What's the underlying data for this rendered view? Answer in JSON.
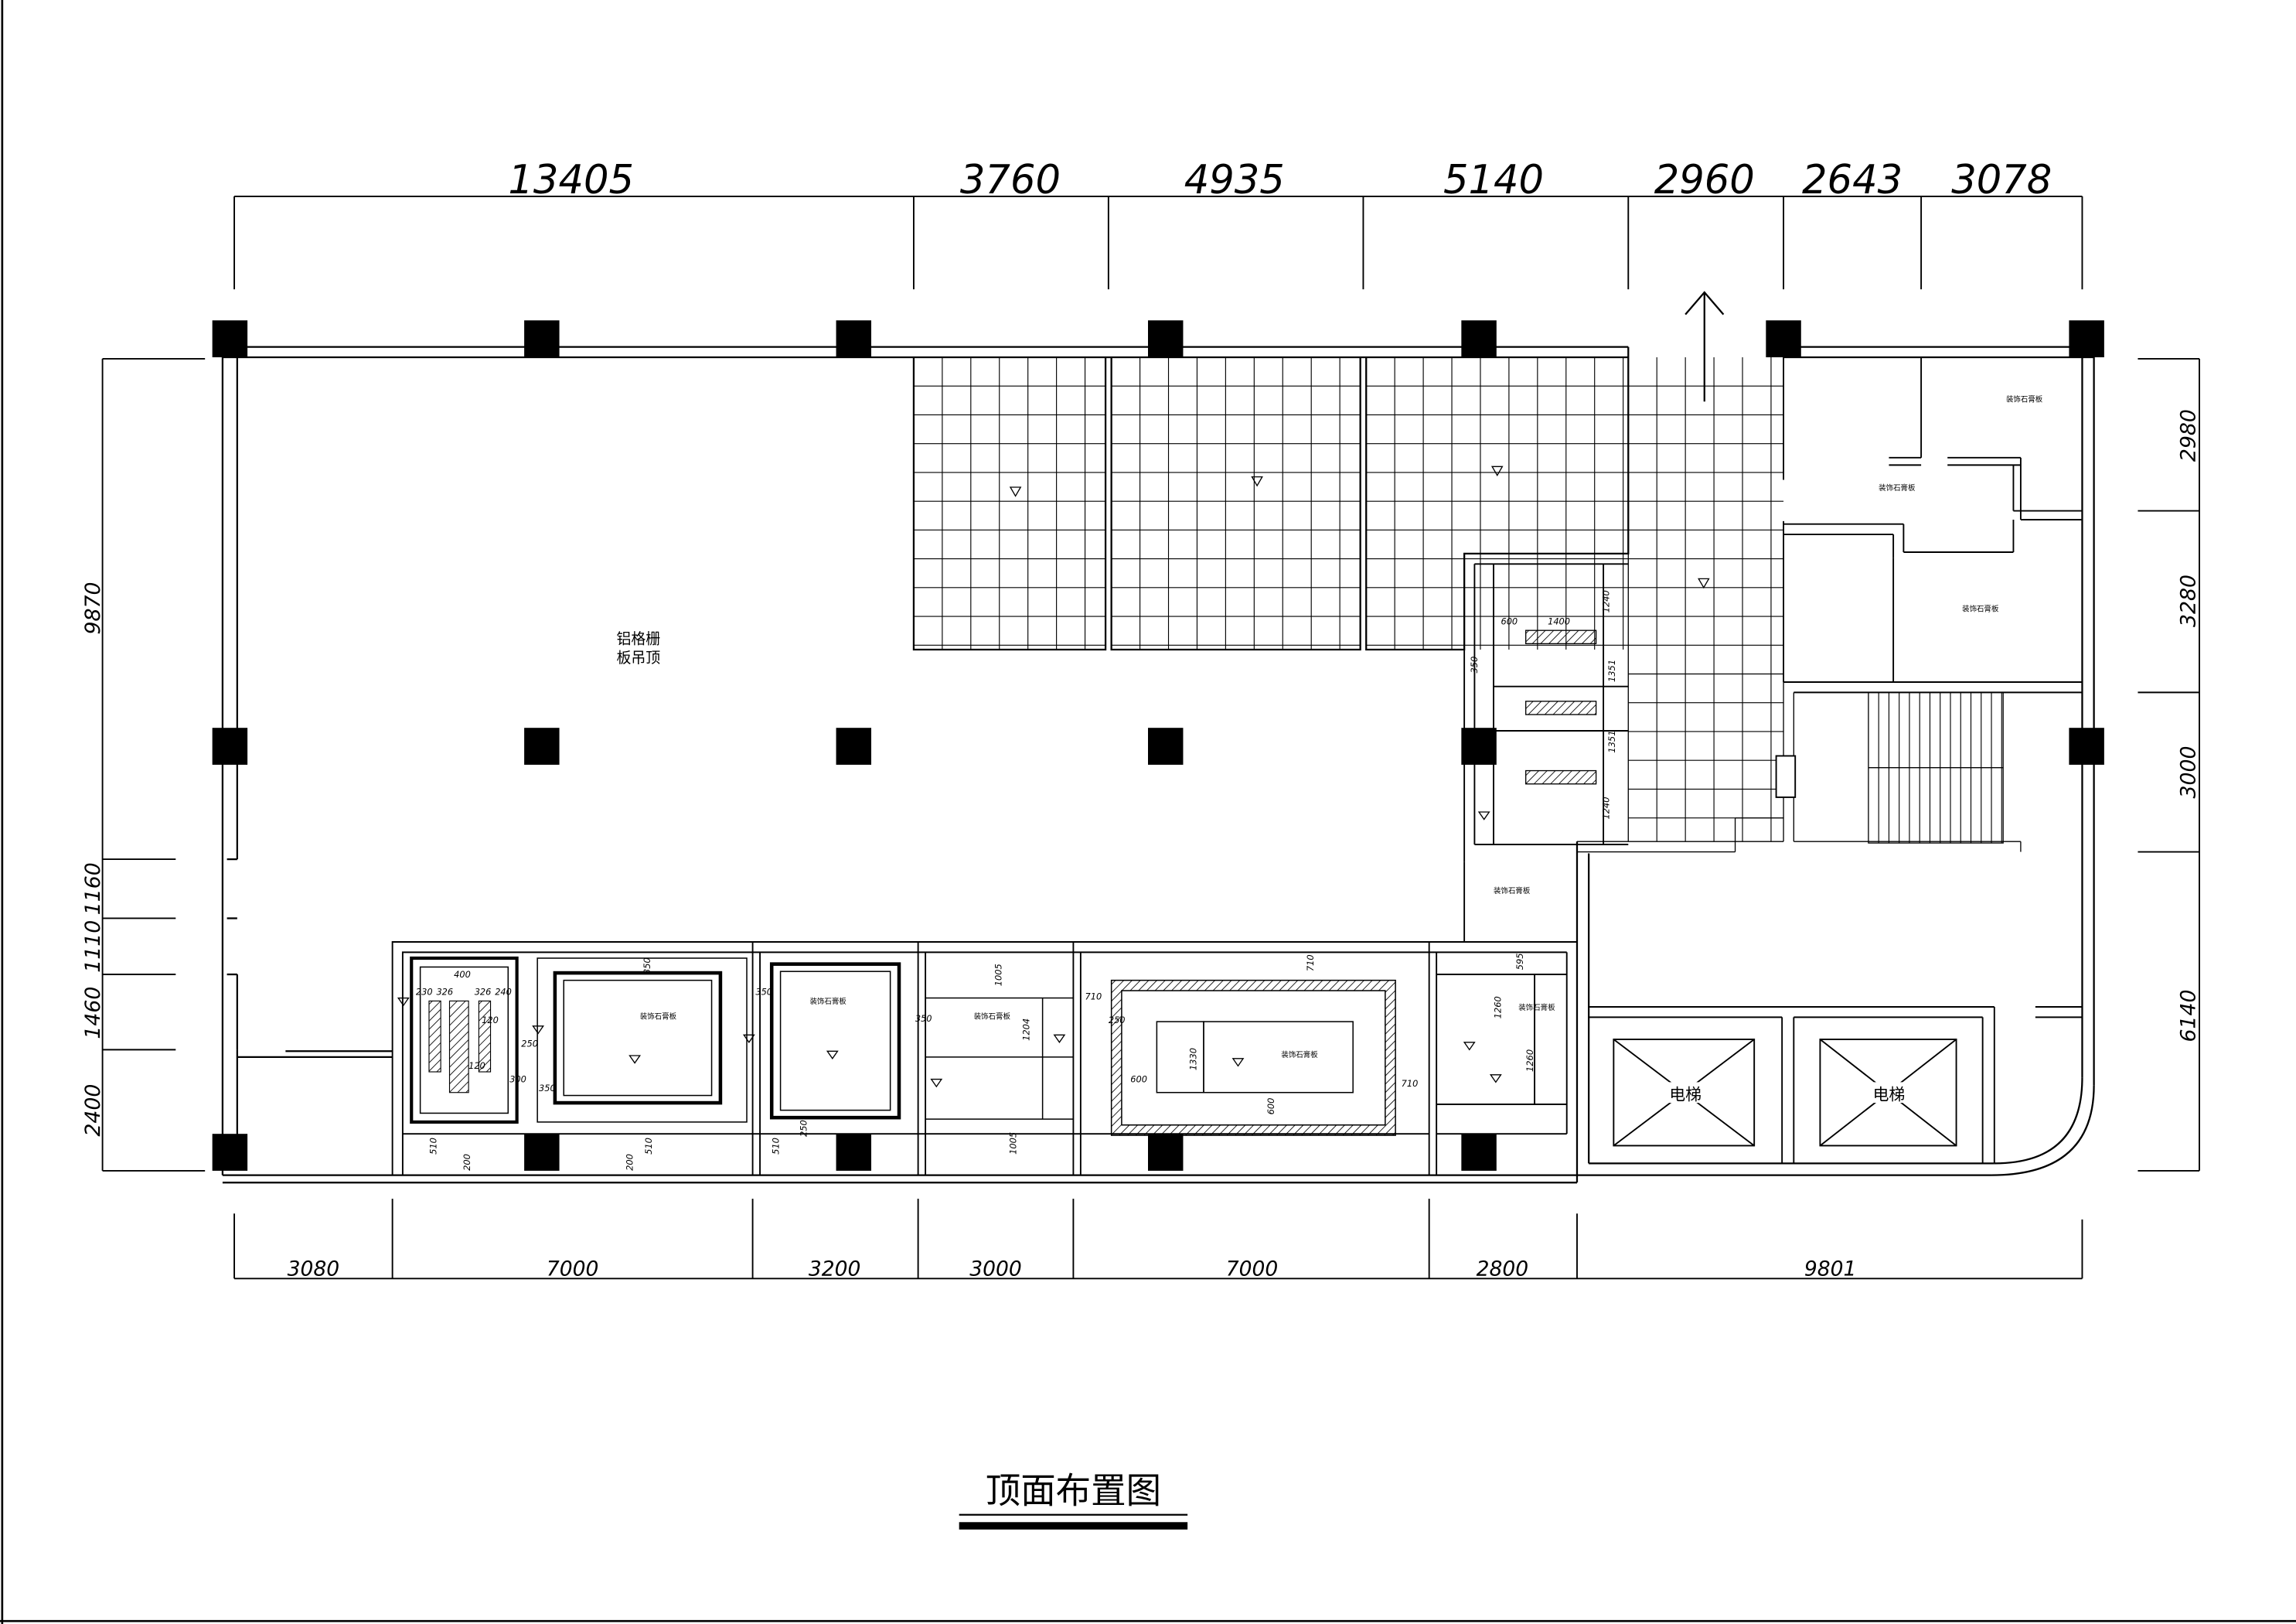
{
  "title": "顶面布置图",
  "top_dims": [
    "13405",
    "3760",
    "4935",
    "5140",
    "2960",
    "2643",
    "3078"
  ],
  "bottom_dims": [
    "3080",
    "7000",
    "3200",
    "3000",
    "7000",
    "2800",
    "9801"
  ],
  "left_dims": [
    "9870",
    "1160",
    "1110",
    "1460",
    "2400"
  ],
  "right_dims": [
    "2980",
    "3280",
    "3000",
    "6140"
  ],
  "main_label": [
    "铝格栅",
    "板吊顶"
  ],
  "elevator_label": "电梯",
  "room_dims": {
    "r1": [
      "400",
      "326",
      "326",
      "120",
      "230",
      "240",
      "120",
      "510",
      "200",
      "200"
    ],
    "r2": [
      "350",
      "250",
      "350",
      "300",
      "510"
    ],
    "r3": [
      "350",
      "510",
      "250"
    ],
    "r4": [
      "1005",
      "1204",
      "1005",
      "350"
    ],
    "r5": [
      "710",
      "710",
      "250",
      "1330",
      "600",
      "600",
      "710"
    ],
    "r6": [
      "595",
      "1260",
      "1260"
    ],
    "stair_room": [
      "600",
      "1400",
      "1240",
      "350",
      "1351",
      "1351",
      "1240"
    ]
  },
  "colors": {
    "line": "#000000",
    "background": "#ffffff"
  }
}
